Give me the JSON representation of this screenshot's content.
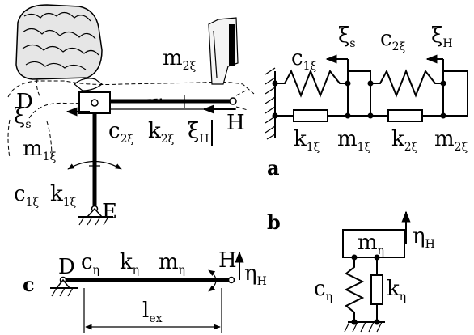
{
  "panels": {
    "a": "a",
    "b": "b",
    "c": "c"
  },
  "points": {
    "D": "D",
    "H": "H",
    "E": "E"
  },
  "arm": {
    "m2": "m",
    "m2_sub": "2ξ",
    "xi_s": "ξ",
    "xi_s_sub": "s",
    "c2": "c",
    "c2_sub": "2ξ",
    "k2": "k",
    "k2_sub": "2ξ",
    "xi_H": "ξ",
    "xi_H_sub": "H",
    "m1": "m",
    "m1_sub": "1ξ",
    "c1": "c",
    "c1_sub": "1ξ",
    "k1": "k",
    "k1_sub": "1ξ"
  },
  "model_a": {
    "c1": "c",
    "c1_sub": "1ξ",
    "c2": "c",
    "c2_sub": "2ξ",
    "xi_s": "ξ",
    "xi_s_sub": "s",
    "xi_H": "ξ",
    "xi_H_sub": "H",
    "k1": "k",
    "k1_sub": "1ξ",
    "m1": "m",
    "m1_sub": "1ξ",
    "k2": "k",
    "k2_sub": "2ξ",
    "m2": "m",
    "m2_sub": "2ξ"
  },
  "beam_c": {
    "c": "c",
    "c_sub": "η",
    "k": "k",
    "k_sub": "η",
    "m": "m",
    "m_sub": "η",
    "eta_H": "η",
    "eta_H_sub": "H",
    "l": "l",
    "l_sub": "ex"
  },
  "model_c": {
    "m": "m",
    "m_sub": "η",
    "eta_H": "η",
    "eta_H_sub": "H",
    "c": "c",
    "c_sub": "η",
    "k": "k",
    "k_sub": "η"
  }
}
